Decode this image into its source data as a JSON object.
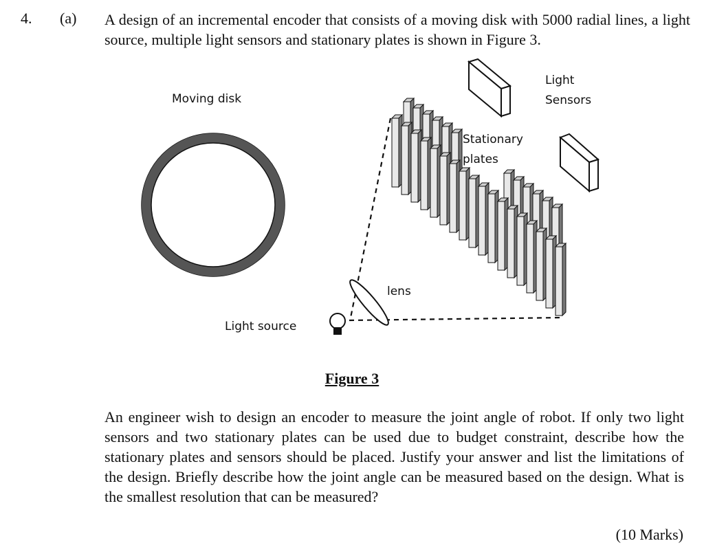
{
  "question": {
    "number": "4.",
    "part": "(a)",
    "intro": "A design of an incremental encoder that consists of a moving disk with 5000 radial lines, a light source, multiple light sensors and stationary plates is shown in Figure 3."
  },
  "figure": {
    "labels": {
      "moving_disk": "Moving disk",
      "light_sensors_line1": "Light",
      "light_sensors_line2": "Sensors",
      "stationary_plates_line1": "Stationary",
      "stationary_plates_line2": "plates",
      "lens": "lens",
      "light_source": "Light source"
    },
    "caption": "Figure 3"
  },
  "body": "An engineer wish to design an encoder to measure the joint angle of robot. If only two light sensors and two stationary plates can be used due to budget constraint, describe how the stationary plates and sensors should be placed. Justify your answer and list the limitations of the design. Briefly describe how the joint angle can be measured based on the design. What is the smallest resolution that can be measured?",
  "marks": "(10 Marks)"
}
